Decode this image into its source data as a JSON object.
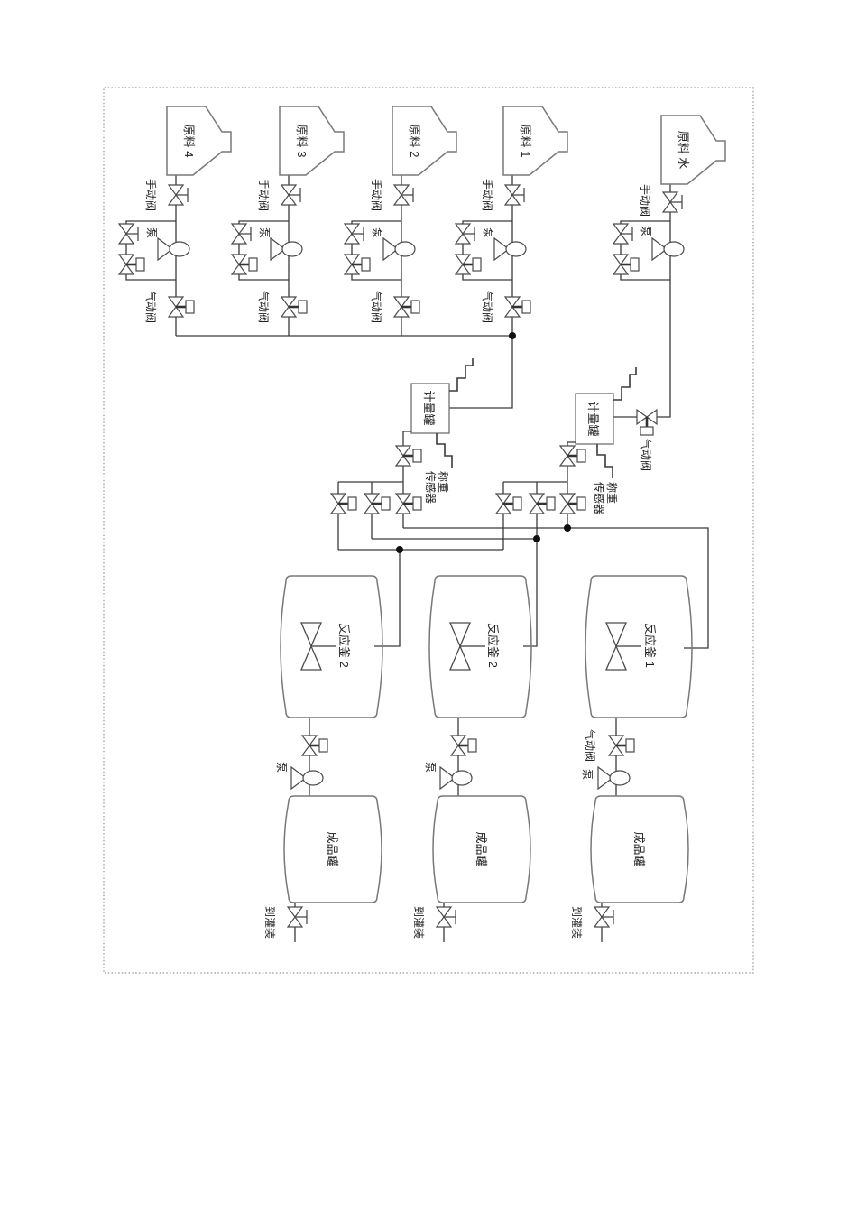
{
  "page": {
    "background": "#ffffff",
    "border_color": "#979797",
    "pipe_color": "#3a3a3a",
    "vessel_color": "#787878"
  },
  "raw_lines": [
    {
      "tank_label": "原料 4",
      "manual_valve_label": "手动阀",
      "pump_label": "泵",
      "pneumatic_valve_label": "气动阀"
    },
    {
      "tank_label": "原料 3",
      "manual_valve_label": "手动阀",
      "pump_label": "泵",
      "pneumatic_valve_label": "气动阀"
    },
    {
      "tank_label": "原料 2",
      "manual_valve_label": "手动阀",
      "pump_label": "泵",
      "pneumatic_valve_label": "气动阀"
    },
    {
      "tank_label": "原料 1",
      "manual_valve_label": "手动阀",
      "pump_label": "泵",
      "pneumatic_valve_label": "气动阀"
    },
    {
      "tank_label": "原料 水",
      "manual_valve_label": "手动阀",
      "pump_label": "泵"
    }
  ],
  "metering_tanks": [
    {
      "label": "计量罐",
      "inlet_valve_label": "气动阀",
      "sensor_label_line1": "称重",
      "sensor_label_line2": "传感器"
    },
    {
      "label": "计量罐",
      "sensor_label_line1": "称重",
      "sensor_label_line2": "传感器"
    }
  ],
  "reactors": [
    {
      "label": "反应釜 1",
      "outlet_valve_label": "气动阀",
      "pump_label": "泵"
    },
    {
      "label": "反应釜 2",
      "pump_label": "泵"
    },
    {
      "label": "反应釜 2",
      "pump_label": "泵"
    }
  ],
  "product_tanks": [
    {
      "label": "成品罐",
      "outlet_label": "到灌装"
    },
    {
      "label": "成品罐",
      "outlet_label": "到灌装"
    },
    {
      "label": "成品罐",
      "outlet_label": "到灌装"
    }
  ]
}
